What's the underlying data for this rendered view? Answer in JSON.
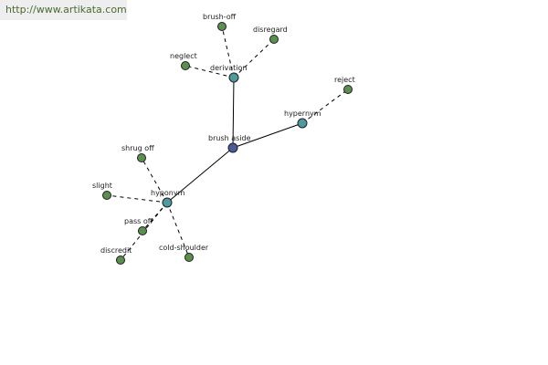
{
  "banner": {
    "url": "http://www.artikata.com"
  },
  "colors": {
    "root": "#4c5a9c",
    "relation": "#4f9a9e",
    "leaf": "#5b8f4e",
    "edge": "#000000",
    "banner_bg": "#eeeeee",
    "banner_text": "#4a6a30"
  },
  "graph": {
    "nodes": [
      {
        "id": "brush_aside",
        "label": "brush aside",
        "kind": "root"
      },
      {
        "id": "derivation",
        "label": "derivation",
        "kind": "relation"
      },
      {
        "id": "hypernym",
        "label": "hypernym",
        "kind": "relation"
      },
      {
        "id": "hyponym",
        "label": "hyponym",
        "kind": "relation"
      },
      {
        "id": "brush_off",
        "label": "brush-off",
        "kind": "leaf"
      },
      {
        "id": "disregard",
        "label": "disregard",
        "kind": "leaf"
      },
      {
        "id": "neglect",
        "label": "neglect",
        "kind": "leaf"
      },
      {
        "id": "reject",
        "label": "reject",
        "kind": "leaf"
      },
      {
        "id": "shrug_off",
        "label": "shrug off",
        "kind": "leaf"
      },
      {
        "id": "slight",
        "label": "slight",
        "kind": "leaf"
      },
      {
        "id": "pass_off",
        "label": "pass off",
        "kind": "leaf"
      },
      {
        "id": "discredit",
        "label": "discredit",
        "kind": "leaf"
      },
      {
        "id": "cold_shoulder",
        "label": "cold-shoulder",
        "kind": "leaf"
      }
    ],
    "edges": [
      {
        "from": "brush_aside",
        "to": "derivation",
        "style": "solid"
      },
      {
        "from": "brush_aside",
        "to": "hypernym",
        "style": "solid"
      },
      {
        "from": "brush_aside",
        "to": "hyponym",
        "style": "solid"
      },
      {
        "from": "derivation",
        "to": "brush_off",
        "style": "dashed"
      },
      {
        "from": "derivation",
        "to": "disregard",
        "style": "dashed"
      },
      {
        "from": "derivation",
        "to": "neglect",
        "style": "dashed"
      },
      {
        "from": "hypernym",
        "to": "reject",
        "style": "dashed"
      },
      {
        "from": "hyponym",
        "to": "shrug_off",
        "style": "dashed"
      },
      {
        "from": "hyponym",
        "to": "slight",
        "style": "dashed"
      },
      {
        "from": "hyponym",
        "to": "pass_off",
        "style": "dashed"
      },
      {
        "from": "hyponym",
        "to": "discredit",
        "style": "dashed"
      },
      {
        "from": "hyponym",
        "to": "cold_shoulder",
        "style": "dashed"
      }
    ]
  }
}
